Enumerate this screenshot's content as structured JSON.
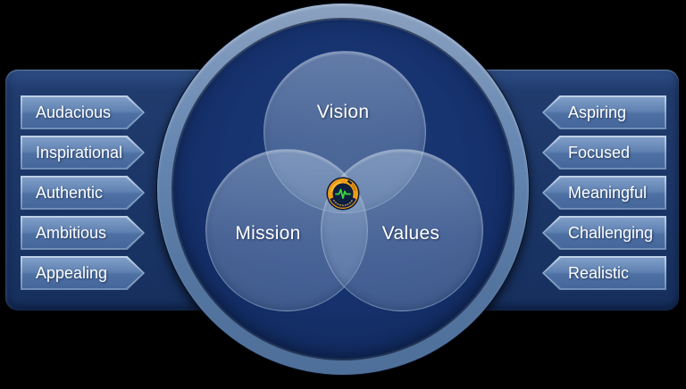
{
  "venn": {
    "vision": "Vision",
    "mission": "Mission",
    "values": "Values"
  },
  "left_attributes": [
    "Audacious",
    "Inspirational",
    "Authentic",
    "Ambitious",
    "Appealing"
  ],
  "right_attributes": [
    "Aspiring",
    "Focused",
    "Meaningful",
    "Challenging",
    "Realistic"
  ],
  "badge": {
    "icon": "pulse-badge-icon",
    "ring_color": "#EF9D18",
    "pulse_color": "#3FD33F"
  },
  "colors": {
    "background": "#000000",
    "banner_fill": "#1B3566",
    "ring_fill": "#6486B1",
    "inner_circle_fill": "#17336B",
    "venn_overlay": "#9DB6D6",
    "arrow_fill": "#5F82B2",
    "arrow_border": "#A9C2DF",
    "label_text": "#FFFFFF"
  }
}
